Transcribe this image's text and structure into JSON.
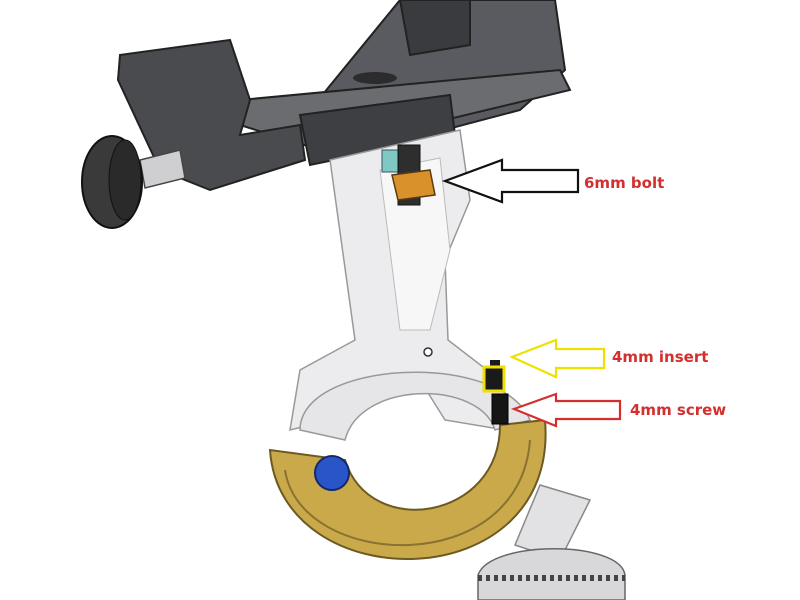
{
  "callouts": [
    {
      "text": "6mm bolt",
      "color": "#d32f2f",
      "arrow_color": "#111111"
    },
    {
      "text": "4mm insert",
      "color": "#d32f2f",
      "arrow_color": "#f0e000"
    },
    {
      "text": "4mm screw",
      "color": "#d32f2f",
      "arrow_color": "#d32f2f"
    }
  ],
  "colors": {
    "holder_dark": "#4a4b4f",
    "holder_top": "#6b6c70",
    "arm_white": "#ececee",
    "clamp_brass": "#c9a94a",
    "knob_dark": "#3a3a3a",
    "nut_orange": "#d9912c",
    "dot_blue": "#2a55c8"
  }
}
